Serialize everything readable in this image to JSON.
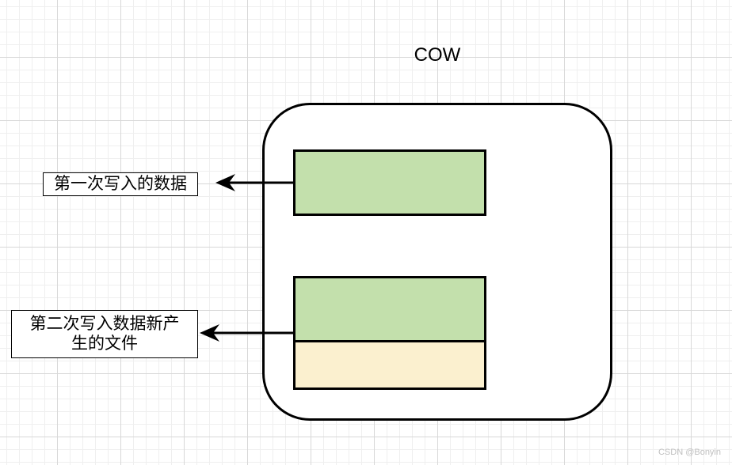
{
  "diagram": {
    "title": "COW",
    "label_first": "第一次写入的数据",
    "label_second_line1": "第二次写入数据新产",
    "label_second_line2": "生的文件",
    "colors": {
      "data_block": "#c3e0ac",
      "new_file_block": "#fbf0cf",
      "grid_major": "#d8d8d8",
      "grid_minor": "#efefef"
    }
  },
  "watermark": "CSDN @Bonyin"
}
